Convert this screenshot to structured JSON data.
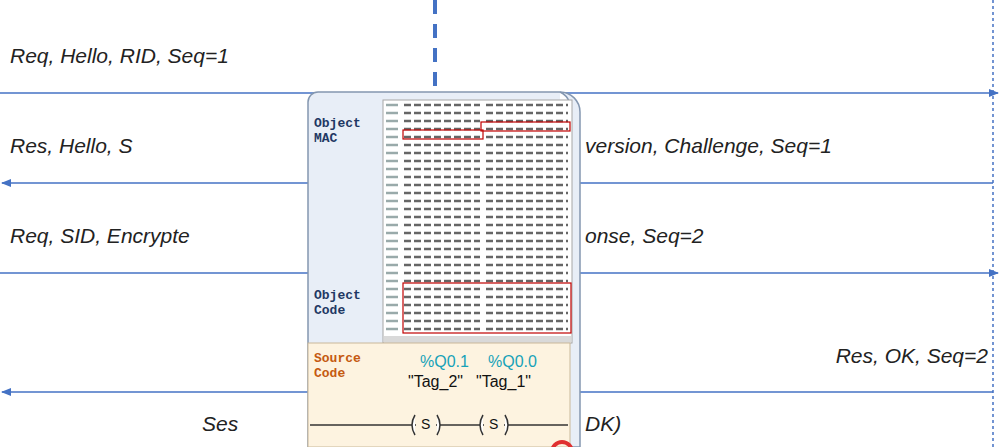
{
  "diagram": {
    "nodes": [
      {
        "text": [
          "Object MAC",
          "Object Code"
        ]
      },
      {
        "text": [
          "Source Code",
          "%Q0.1",
          "%Q0.0",
          "\"Tag_2\"",
          "\"Tag_1\"",
          "S",
          "S"
        ],
        "in": 0
      }
    ],
    "labels": [
      "Req, Hello, RID, Seq=1",
      "Res, Hello, S",
      "version, Challenge, Seq=1",
      "Req, SID, Encrypte",
      "onse, Seq=2",
      "Res, OK, Seq=2",
      "Ses",
      "DK)"
    ]
  }
}
